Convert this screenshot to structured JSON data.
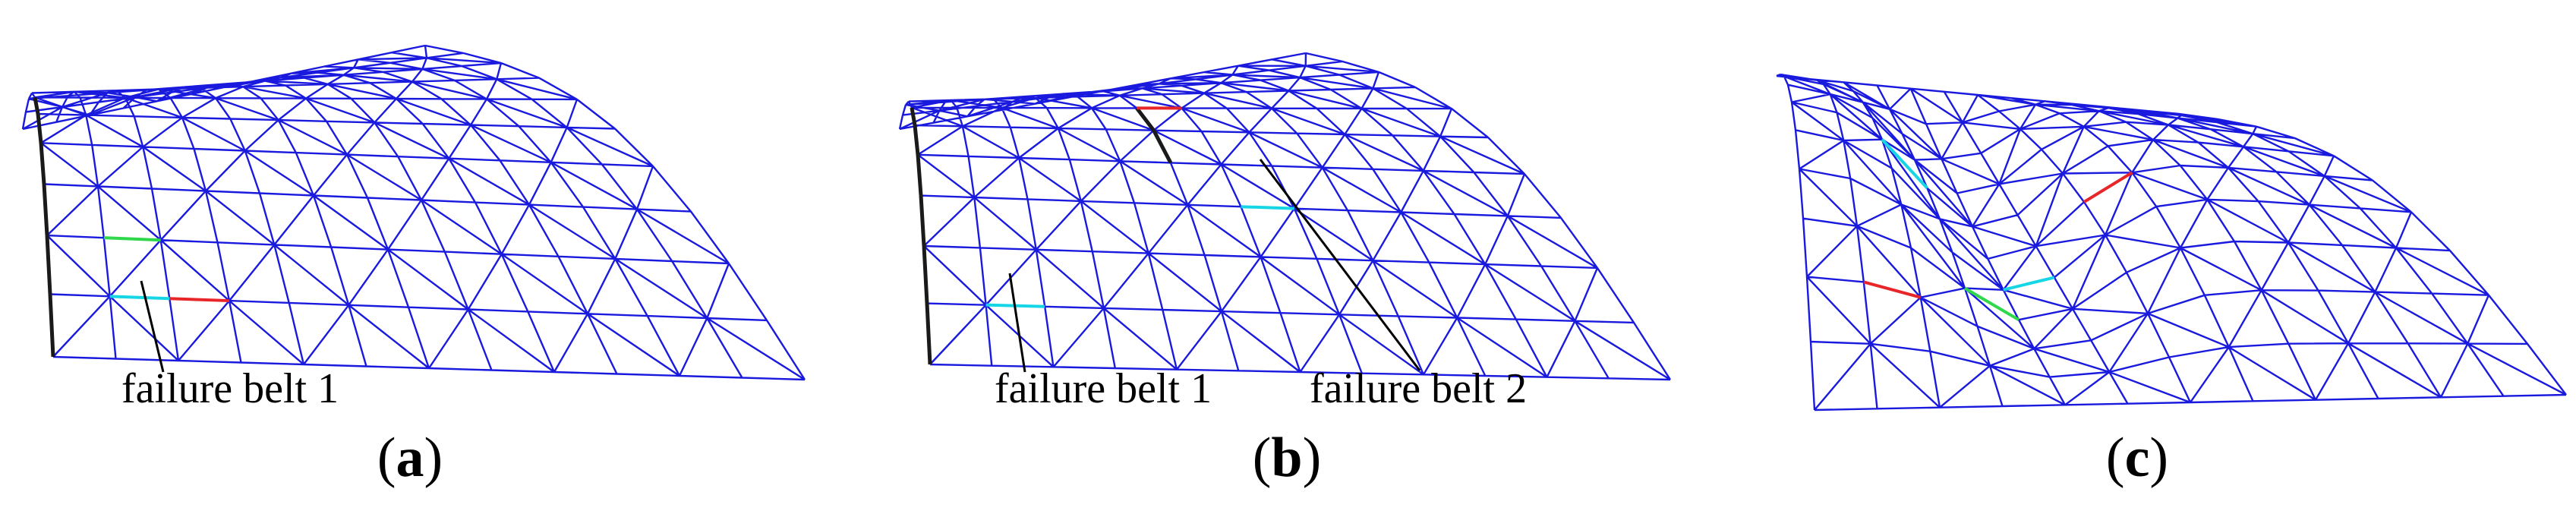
{
  "colors": {
    "mesh": "#1a1adf",
    "failure_member": "#1a1a1a",
    "stress_cyan": "#16d6e6",
    "stress_green": "#2fd84a",
    "stress_red": "#e8262a",
    "leader": "#000000",
    "text": "#000000"
  },
  "panels": [
    {
      "id": "a",
      "caption_open": "(",
      "caption_letter": "a",
      "caption_close": ")",
      "callouts": [
        {
          "label": "failure belt 1"
        }
      ]
    },
    {
      "id": "b",
      "caption_open": "(",
      "caption_letter": "b",
      "caption_close": ")",
      "callouts": [
        {
          "label": "failure belt 1"
        },
        {
          "label": "failure belt 2"
        }
      ]
    },
    {
      "id": "c",
      "caption_open": "(",
      "caption_letter": "c",
      "caption_close": ")",
      "callouts": []
    }
  ]
}
